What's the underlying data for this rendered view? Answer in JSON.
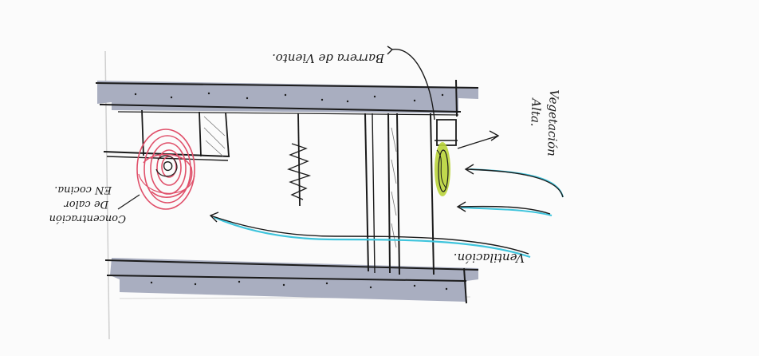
{
  "annotations": {
    "wind_barrier": "Barrera de Viento.",
    "vegetation_line1": "Vegetación",
    "vegetation_line2": "Alta.",
    "heat_line1": "Concentración",
    "heat_line2": "De calor",
    "heat_line3": "EN cocina.",
    "ventilation": "Ventilación."
  },
  "colors": {
    "slab": "#a9aec0",
    "ink": "#1b1b1b",
    "heat": "#e0506a",
    "airflow": "#3ec4dc",
    "vegetation": "#b9d43a",
    "paper": "#fbfbfb"
  },
  "icons": [
    "heat-spiral-icon",
    "airflow-arrow-icon",
    "vegetation-icon"
  ]
}
